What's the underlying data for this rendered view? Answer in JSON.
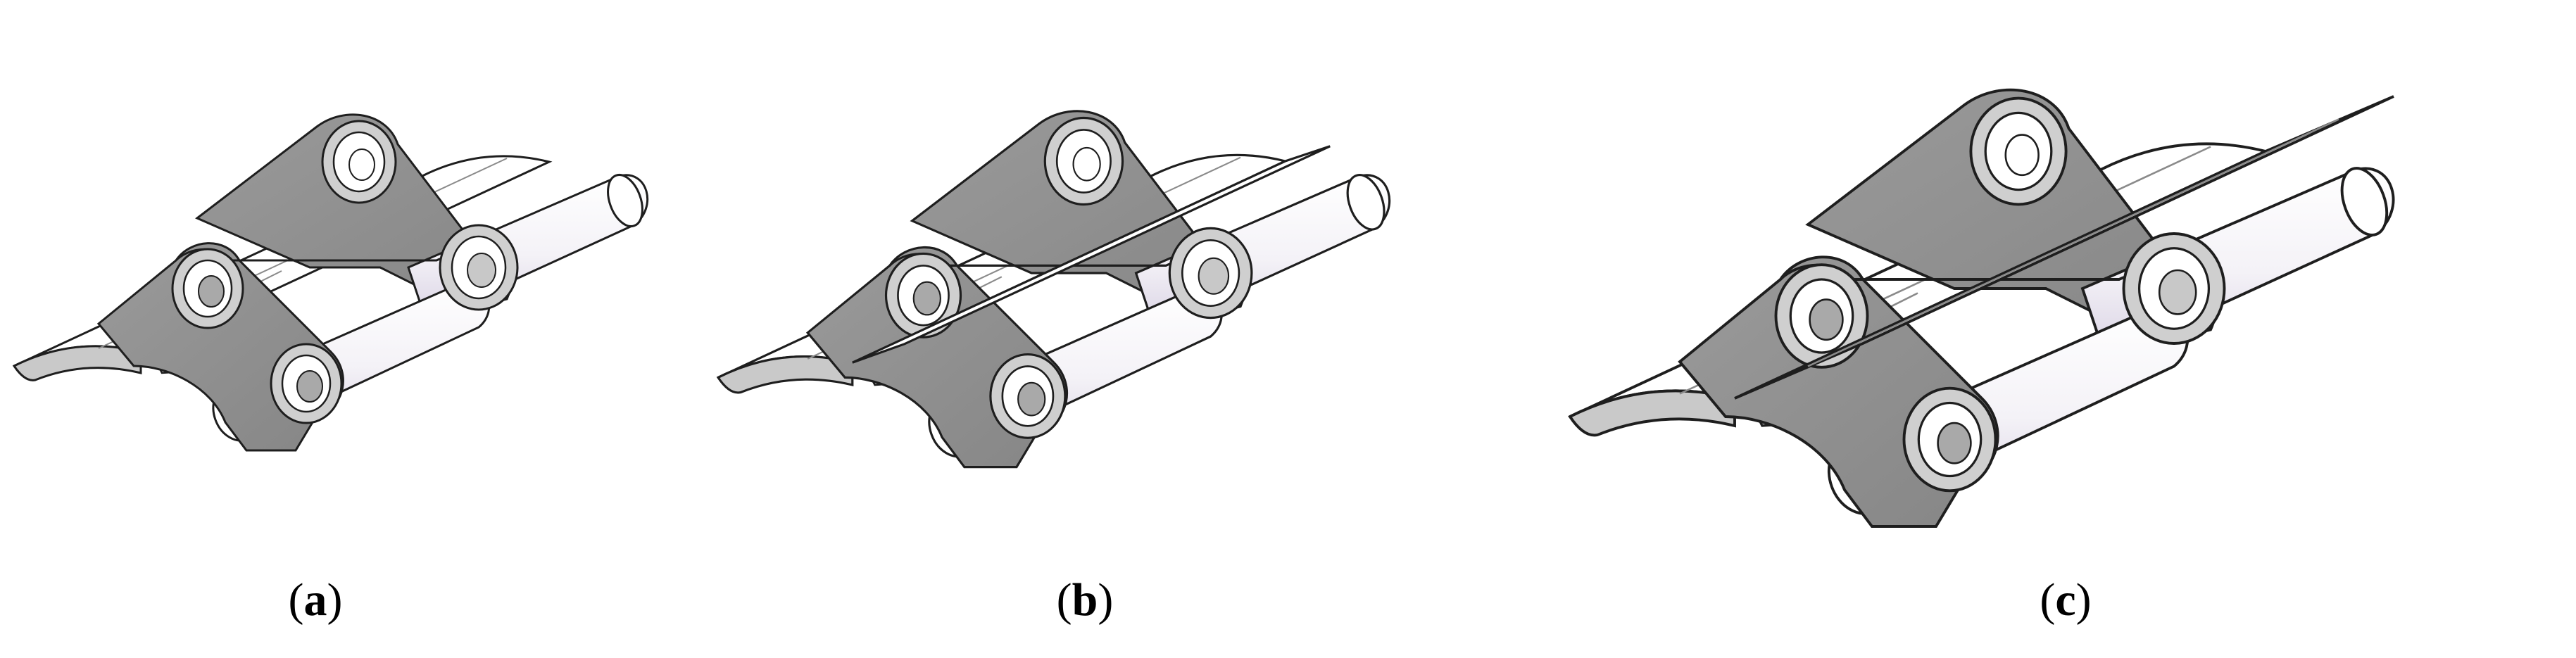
{
  "figure": {
    "panels": [
      {
        "id": "a",
        "label": "a",
        "size_scale": 1.0
      },
      {
        "id": "b",
        "label": "b",
        "size_scale": 1.4
      },
      {
        "id": "c",
        "label": "c",
        "size_scale": 2.0
      }
    ],
    "colors": {
      "side_plate": "#8f8f8f",
      "side_plate_edge": "#3a3a3a",
      "pin_body": "#ffffff",
      "pin_shade": "#dcd6e6",
      "bushing_ring": "#b8b8b8",
      "flight_plate": "#ffffff",
      "outline": "#1e1e1e"
    }
  }
}
